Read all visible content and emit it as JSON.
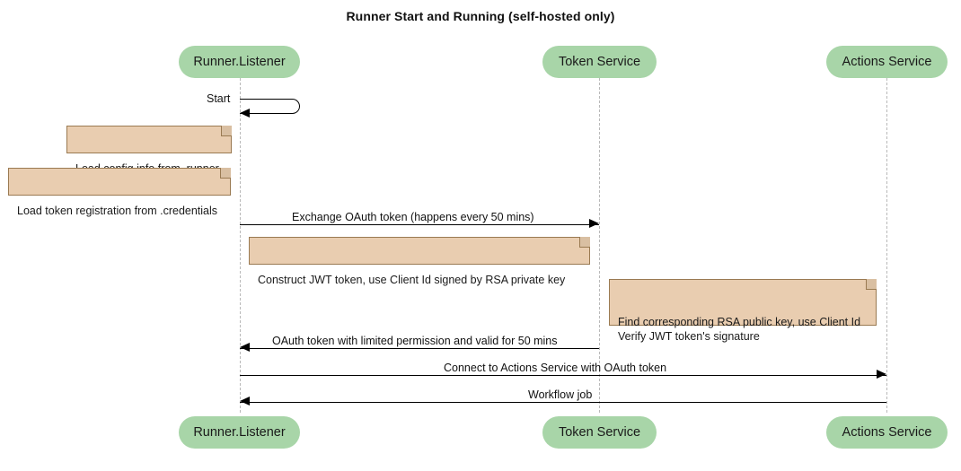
{
  "diagram": {
    "type": "sequence-diagram",
    "title": "Runner Start and Running (self-hosted only)",
    "participants": [
      {
        "id": "runner",
        "label": "Runner.Listener"
      },
      {
        "id": "token",
        "label": "Token Service"
      },
      {
        "id": "actions",
        "label": "Actions Service"
      }
    ],
    "messages": [
      {
        "id": "m1",
        "label": "Start",
        "kind": "self",
        "from": "runner",
        "to": "runner"
      },
      {
        "id": "m2",
        "label": "Exchange OAuth token (happens every 50 mins)",
        "kind": "call",
        "from": "runner",
        "to": "token",
        "direction": "right"
      },
      {
        "id": "m3",
        "label": "OAuth token with limited permission and valid for 50 mins",
        "kind": "return",
        "from": "token",
        "to": "runner",
        "direction": "left"
      },
      {
        "id": "m4",
        "label": "Connect to Actions Service with OAuth token",
        "kind": "call",
        "from": "runner",
        "to": "actions",
        "direction": "right"
      },
      {
        "id": "m5",
        "label": "Workflow job",
        "kind": "return",
        "from": "actions",
        "to": "runner",
        "direction": "left"
      }
    ],
    "notes": [
      {
        "id": "n1",
        "text": "Load config info from .runner",
        "attached_to": "runner"
      },
      {
        "id": "n2",
        "text": "Load token registration from .credentials",
        "attached_to": "runner"
      },
      {
        "id": "n3",
        "text": "Construct JWT token, use Client Id signed by RSA private key",
        "attached_to": "runner"
      },
      {
        "id": "n4",
        "text": "Find corresponding RSA public key, use Client Id\nVerify JWT token's signature",
        "attached_to": "token"
      }
    ],
    "colors": {
      "participant_fill": "#a8d5a8",
      "note_fill": "#e9cdb0",
      "note_border": "#9a7a52",
      "lifeline": "#b9b9b9",
      "line": "#000000",
      "background": "#ffffff"
    }
  }
}
